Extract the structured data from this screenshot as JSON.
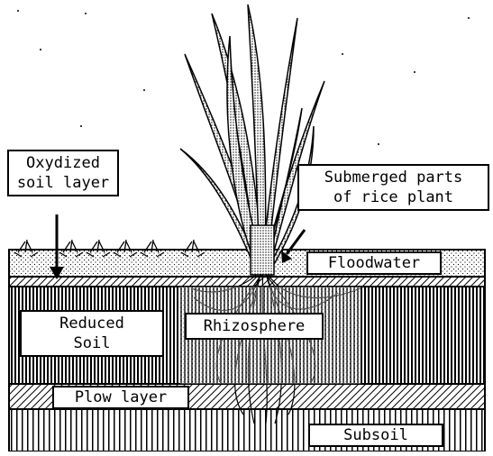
{
  "labels": {
    "oxidized_line1": "Oxydized",
    "oxidized_line2": "soil layer",
    "submerged_line1": "Submerged parts",
    "submerged_line2": "of rice plant",
    "floodwater": "Floodwater",
    "reduced_line1": "Reduced",
    "reduced_line2": "Soil",
    "rhizosphere": "Rhizosphere",
    "plow_layer": "Plow layer",
    "subsoil": "Subsoil"
  },
  "colors": {
    "ink": "#000000",
    "paper": "#ffffff",
    "layer_stripe": "#000000"
  }
}
